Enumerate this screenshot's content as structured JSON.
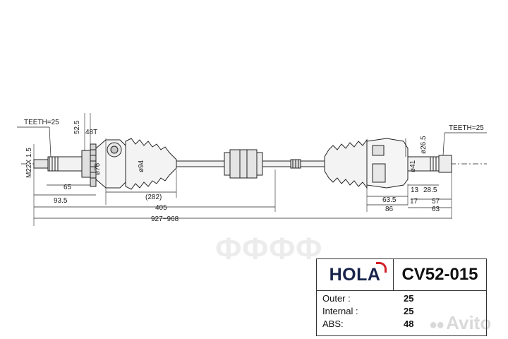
{
  "drawing": {
    "teeth_left": "TEETH=25",
    "teeth_right": "TEETH=25",
    "thread": "M22X 1.5",
    "dim_52_5": "52.5",
    "dim_48t": "48T",
    "dim_d76": "ø76",
    "dim_d94": "ø94",
    "dim_282": "(282)",
    "dim_65": "65",
    "dim_93_5": "93.5",
    "dim_405": "405",
    "dim_927": "927~968",
    "dim_d26_5": "ø26.5",
    "dim_d41": "ø41",
    "dim_63_5": "63.5",
    "dim_13": "13",
    "dim_28_5": "28.5",
    "dim_17": "17",
    "dim_57": "57",
    "dim_86": "86",
    "dim_63": "63"
  },
  "watermark": "ФФФФ",
  "avito": "Avito",
  "info": {
    "brand": "HOLA",
    "part_number": "CV52-015",
    "specs": [
      {
        "label": "Outer :",
        "value": "25"
      },
      {
        "label": "Internal :",
        "value": "25"
      },
      {
        "label": "ABS:",
        "value": "48"
      }
    ]
  },
  "colors": {
    "brand_navy": "#16234b",
    "brand_red": "#d41f26"
  }
}
